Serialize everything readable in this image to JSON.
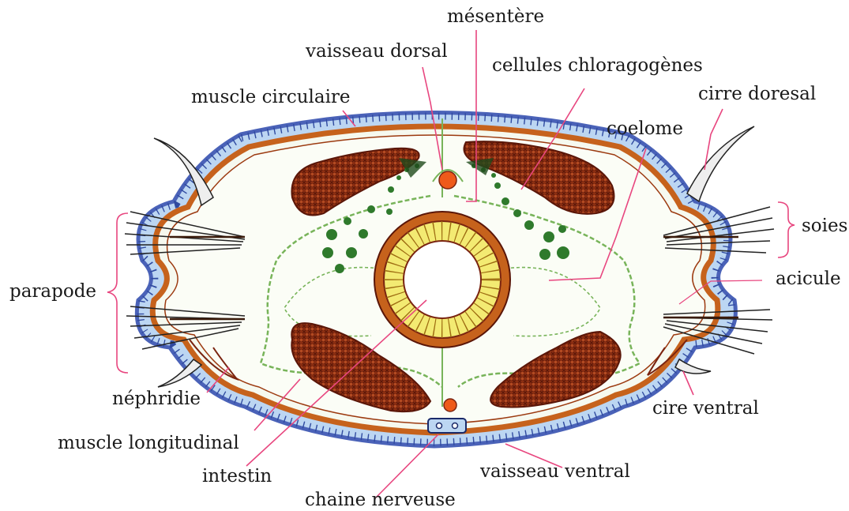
{
  "labels": {
    "mesentere": "mésentère",
    "vaisseau_dorsal": "vaisseau dorsal",
    "cellules_chloragogenes": "cellules chloragogènes",
    "muscle_circulaire": "muscle circulaire",
    "cirre_doresal": "cirre doresal",
    "coelome": "coelome",
    "soies": "soies",
    "parapode": "parapode",
    "acicule": "acicule",
    "nephridie": "néphridie",
    "cire_ventral": "cire ventral",
    "muscle_longitudinal": "muscle longitudinal",
    "intestin": "intestin",
    "vaisseau_ventral": "vaisseau ventral",
    "chaine_nerveuse": "chaine nerveuse"
  },
  "colors": {
    "epidermis_outer": "#4a62b8",
    "epidermis_cells": "#bcd6f2",
    "muscle_circular": "#c6621c",
    "muscle_longitudinal": "#7a2410",
    "intestine_wall": "#f3ea72",
    "vessel": "#ee5a1a",
    "chloragogen": "#2f7a2c",
    "coelom_membrane": "#78b45a",
    "leader_line": "#e8467f"
  }
}
